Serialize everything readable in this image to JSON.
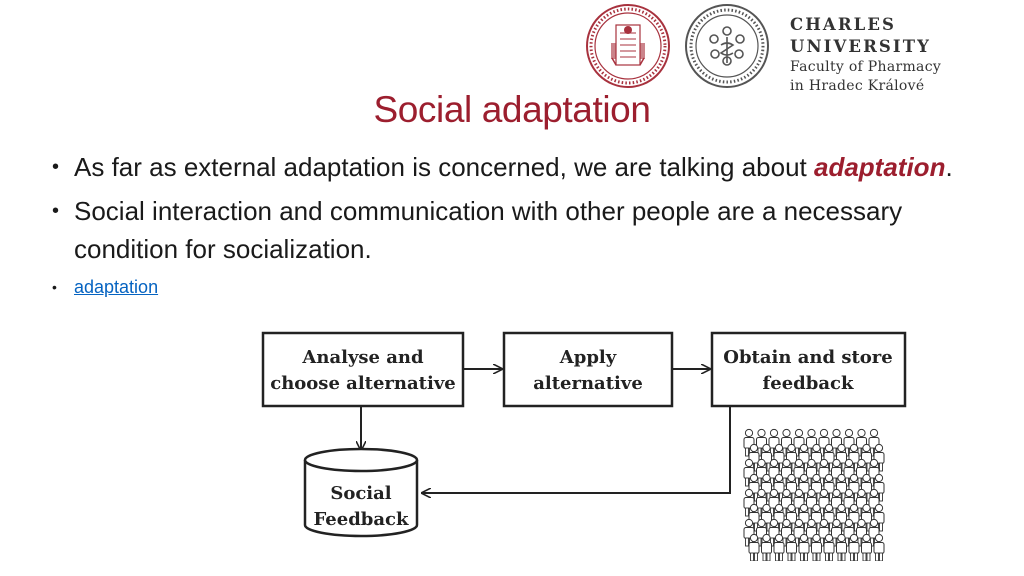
{
  "header": {
    "university_name": "CHARLES UNIVERSITY",
    "faculty": "Faculty of Pharmacy",
    "location": "in Hradec Králové",
    "brand_color": "#9c1e2e",
    "seal_icons": [
      "university-seal-icon",
      "pharmacy-faculty-seal-icon"
    ]
  },
  "slide": {
    "title": "Social adaptation",
    "bullets": [
      {
        "text_before": "As far as external adaptation is concerned, we are talking about ",
        "emphasis": "adaptation",
        "text_after": "."
      },
      {
        "text": "Social interaction and communication with other people are a necessary condition for socialization."
      },
      {
        "link_text": "adaptation",
        "link_color": "#0563c1"
      }
    ]
  },
  "diagram": {
    "boxes": [
      {
        "line1": "Analyse and",
        "line2": "choose alternative"
      },
      {
        "line1": "Apply",
        "line2": "alternative"
      },
      {
        "line1": "Obtain and store",
        "line2": "feedback"
      }
    ],
    "database": {
      "line1": "Social",
      "line2": "Feedback"
    },
    "crowd_icon": "people-crowd-icon"
  }
}
